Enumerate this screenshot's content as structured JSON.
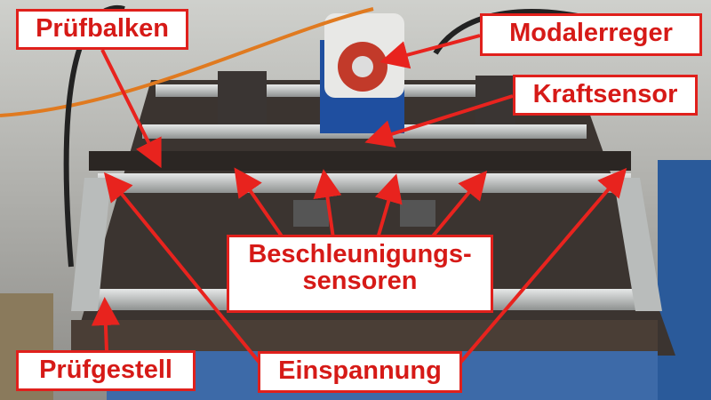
{
  "labels": {
    "pruefbalken": "Prüfbalken",
    "modalerreger": "Modalerreger",
    "kraftsensor": "Kraftsensor",
    "beschleunigung_line1": "Beschleunigungs-",
    "beschleunigung_line2": "sensoren",
    "pruefgestell": "Prüfgestell",
    "einspannung": "Einspannung"
  },
  "colors": {
    "label_border": "#e0201c",
    "label_text": "#d61a17",
    "arrow": "#e8231e"
  }
}
